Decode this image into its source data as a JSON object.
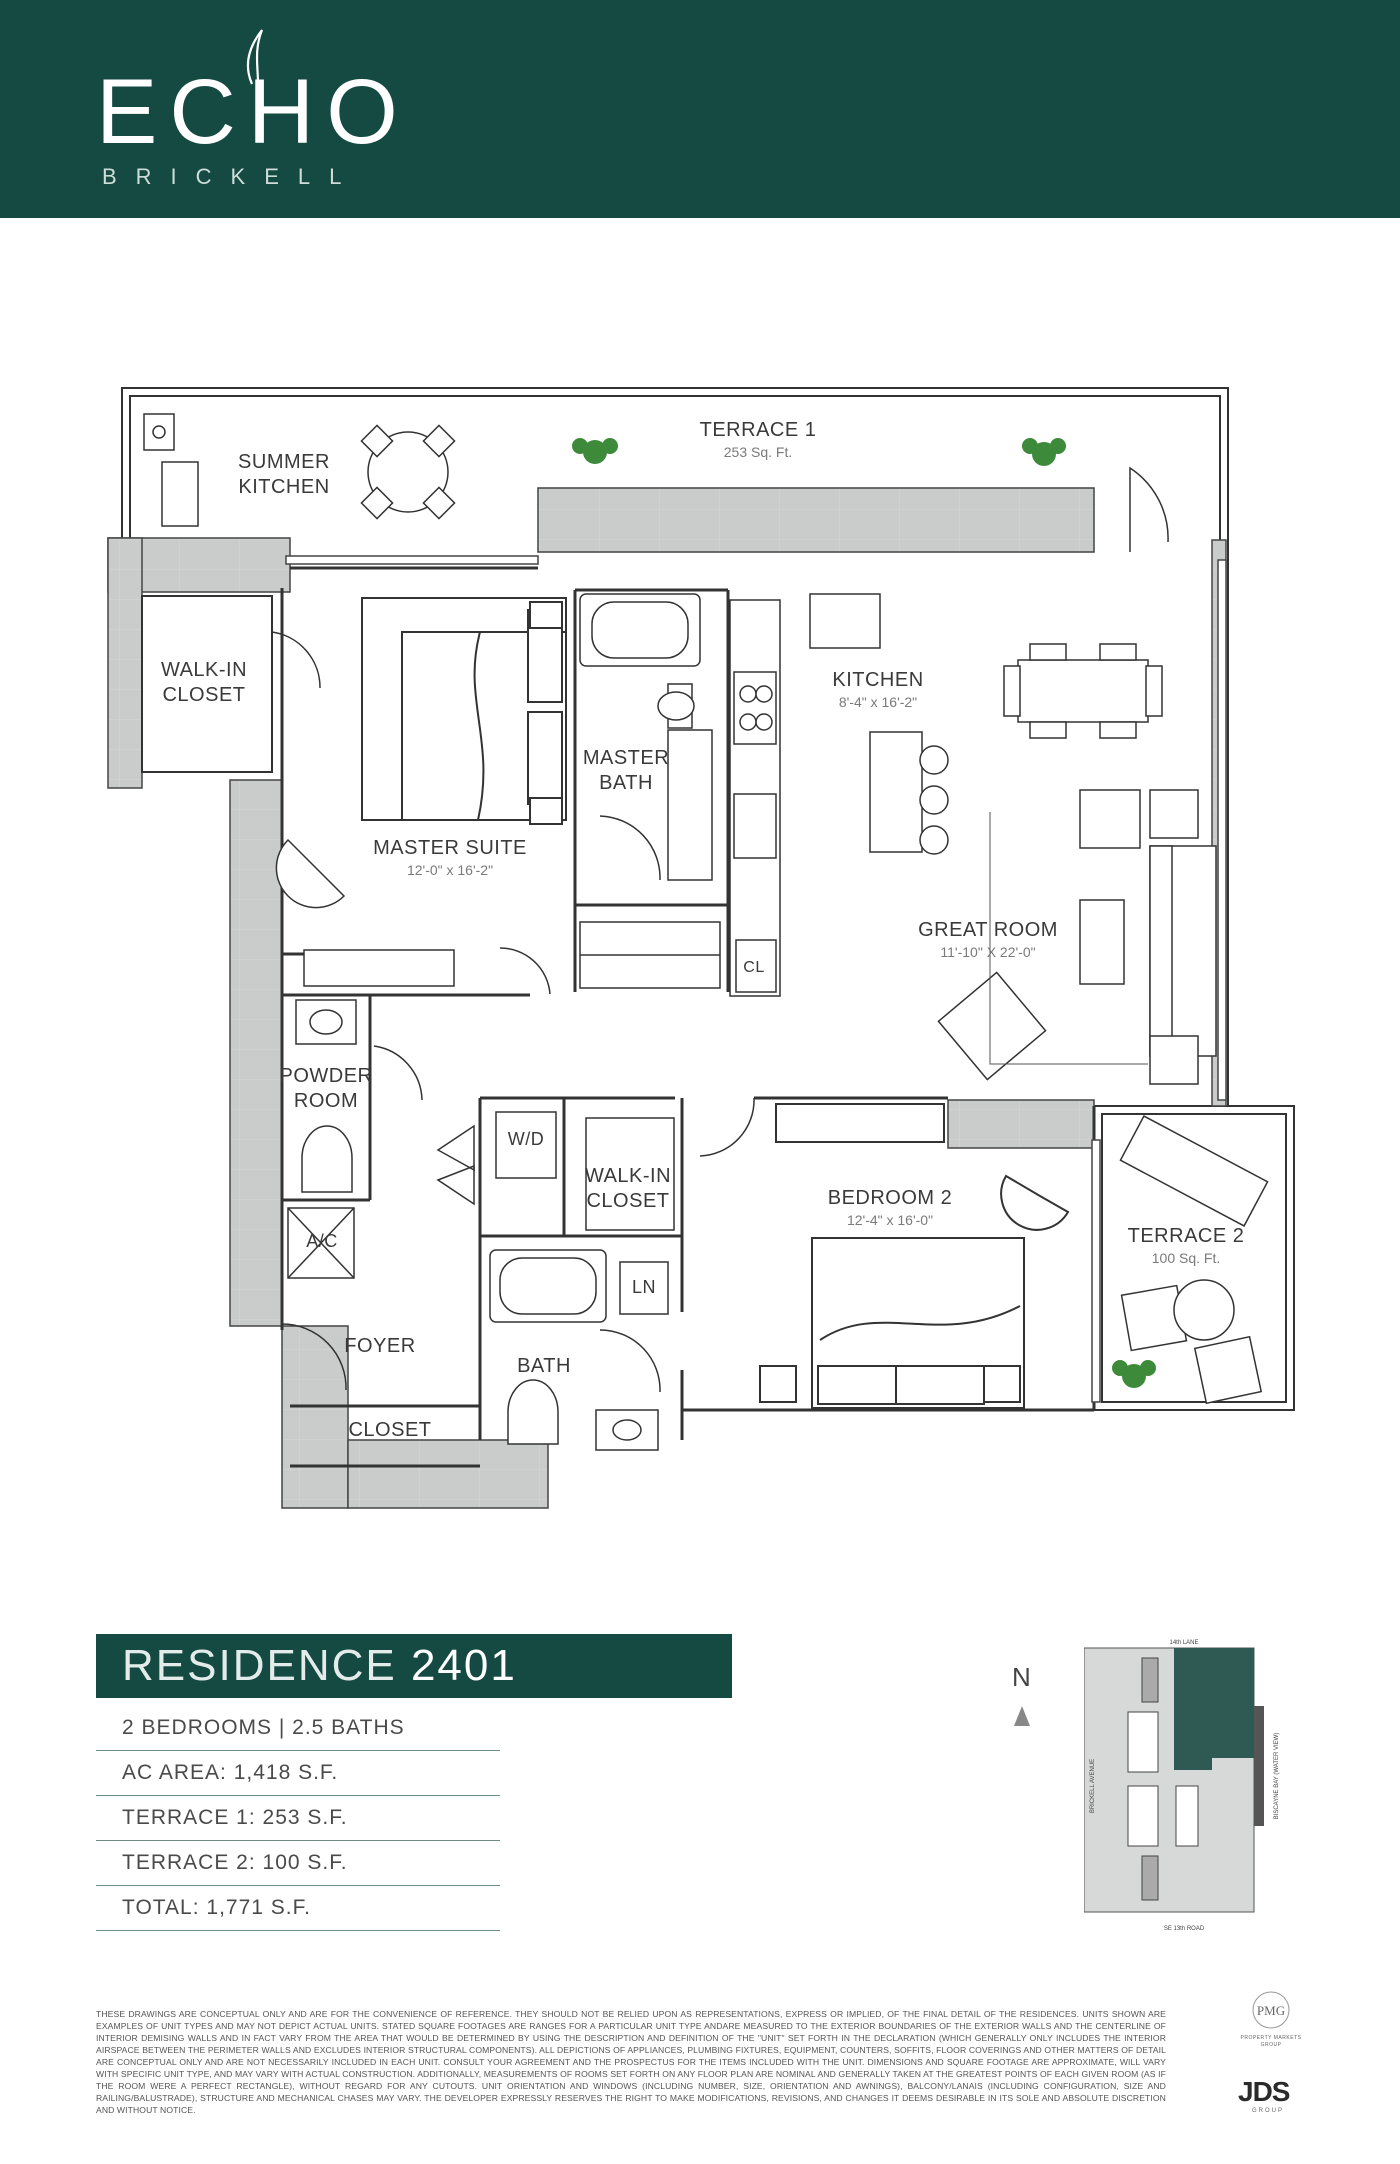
{
  "brand": {
    "name": "ECHO",
    "location": "BRICKELL"
  },
  "rooms": {
    "terrace_1": {
      "label": "TERRACE 1",
      "dim": "253 Sq. Ft."
    },
    "summer_kitchen": {
      "label_line1": "SUMMER",
      "label_line2": "KITCHEN"
    },
    "walk_in_closet_master": {
      "label_line1": "WALK-IN",
      "label_line2": "CLOSET"
    },
    "master_bath": {
      "label_line1": "MASTER",
      "label_line2": "BATH"
    },
    "kitchen": {
      "label": "KITCHEN",
      "dim": "8'-4\" x 16'-2\""
    },
    "master_suite": {
      "label": "MASTER SUITE",
      "dim": "12'-0\" x 16'-2\""
    },
    "great_room": {
      "label": "GREAT ROOM",
      "dim": "11'-10\" X 22'-0\""
    },
    "cl": {
      "label": "CL"
    },
    "powder_room": {
      "label_line1": "POWDER",
      "label_line2": "ROOM"
    },
    "wd": {
      "label": "W/D"
    },
    "walk_in_closet_2": {
      "label_line1": "WALK-IN",
      "label_line2": "CLOSET"
    },
    "bedroom_2": {
      "label": "BEDROOM 2",
      "dim": "12'-4\" x 16'-0\""
    },
    "terrace_2": {
      "label": "TERRACE 2",
      "dim": "100 Sq. Ft."
    },
    "ac": {
      "label": "A/C"
    },
    "ln": {
      "label": "LN"
    },
    "foyer": {
      "label": "FOYER"
    },
    "bath": {
      "label": "BATH"
    },
    "closet": {
      "label": "CLOSET"
    }
  },
  "residence": {
    "label": "RESIDENCE",
    "number": "2401",
    "specs": [
      "2 BEDROOMS | 2.5 BATHS",
      "AC AREA: 1,418 S.F.",
      "TERRACE 1: 253 S.F.",
      "TERRACE 2: 100 S.F.",
      "TOTAL: 1,771 S.F."
    ]
  },
  "keyplan": {
    "north": "N",
    "street_top": "14th LANE",
    "street_left": "BRICKELL AVENUE",
    "street_right": "BISCAYNE BAY (WATER VIEW)",
    "street_bottom": "SE 13th ROAD"
  },
  "colors": {
    "brand_green": "#154a43",
    "wall_gray": "#c9cccb",
    "highlight_unit": "#2f5a54"
  },
  "disclaimer": "THESE DRAWINGS ARE CONCEPTUAL ONLY AND ARE FOR THE CONVENIENCE OF REFERENCE. THEY SHOULD NOT BE RELIED UPON AS REPRESENTATIONS, EXPRESS OR IMPLIED, OF THE FINAL DETAIL OF THE RESIDENCES. UNITS SHOWN ARE EXAMPLES OF UNIT TYPES AND MAY NOT DEPICT ACTUAL UNITS. STATED SQUARE FOOTAGES ARE RANGES FOR A PARTICULAR UNIT TYPE ANDARE MEASURED TO THE EXTERIOR BOUNDARIES OF THE EXTERIOR WALLS AND THE CENTERLINE OF INTERIOR DEMISING WALLS AND IN FACT VARY FROM THE AREA THAT WOULD BE DETERMINED BY USING THE DESCRIPTION AND DEFINITION OF THE \"UNIT\" SET FORTH IN THE DECLARATION (WHICH GENERALLY ONLY INCLUDES THE INTERIOR AIRSPACE BETWEEN THE PERIMETER WALLS AND EXCLUDES INTERIOR STRUCTURAL COMPONENTS). ALL DEPICTIONS OF APPLIANCES, PLUMBING FIXTURES, EQUIPMENT, COUNTERS, SOFFITS, FLOOR COVERINGS AND OTHER MATTERS OF DETAIL ARE CONCEPTUAL ONLY AND ARE NOT NECESSARILY INCLUDED IN EACH UNIT. CONSULT YOUR AGREEMENT AND THE PROSPECTUS FOR THE ITEMS INCLUDED WITH THE UNIT. DIMENSIONS AND SQUARE FOOTAGE ARE APPROXIMATE, WILL VARY WITH SPECIFIC UNIT TYPE, AND MAY VARY WITH ACTUAL CONSTRUCTION. ADDITIONALLY, MEASUREMENTS OF ROOMS SET FORTH ON ANY FLOOR PLAN ARE NOMINAL AND GENERALLY TAKEN AT THE GREATEST POINTS OF EACH GIVEN ROOM (AS IF THE ROOM WERE A PERFECT RECTANGLE), WITHOUT REGARD FOR ANY CUTOUTS. UNIT ORIENTATION AND WINDOWS (INCLUDING NUMBER, SIZE, ORIENTATION AND AWNINGS), BALCONY/LANAIS (INCLUDING CONFIGURATION, SIZE AND RAILING/BALUSTRADE), STRUCTURE AND MECHANICAL CHASES MAY VARY. THE DEVELOPER EXPRESSLY RESERVES THE RIGHT TO MAKE MODIFICATIONS, REVISIONS, AND CHANGES IT DEEMS DESIRABLE IN ITS SOLE AND ABSOLUTE DISCRETION AND WITHOUT NOTICE.",
  "logos": {
    "pmg_mark": "PMG",
    "pmg_sub_line1": "PROPERTY MARKETS",
    "pmg_sub_line2": "GROUP",
    "jds": "JDS",
    "jds_sub": "GROUP"
  }
}
